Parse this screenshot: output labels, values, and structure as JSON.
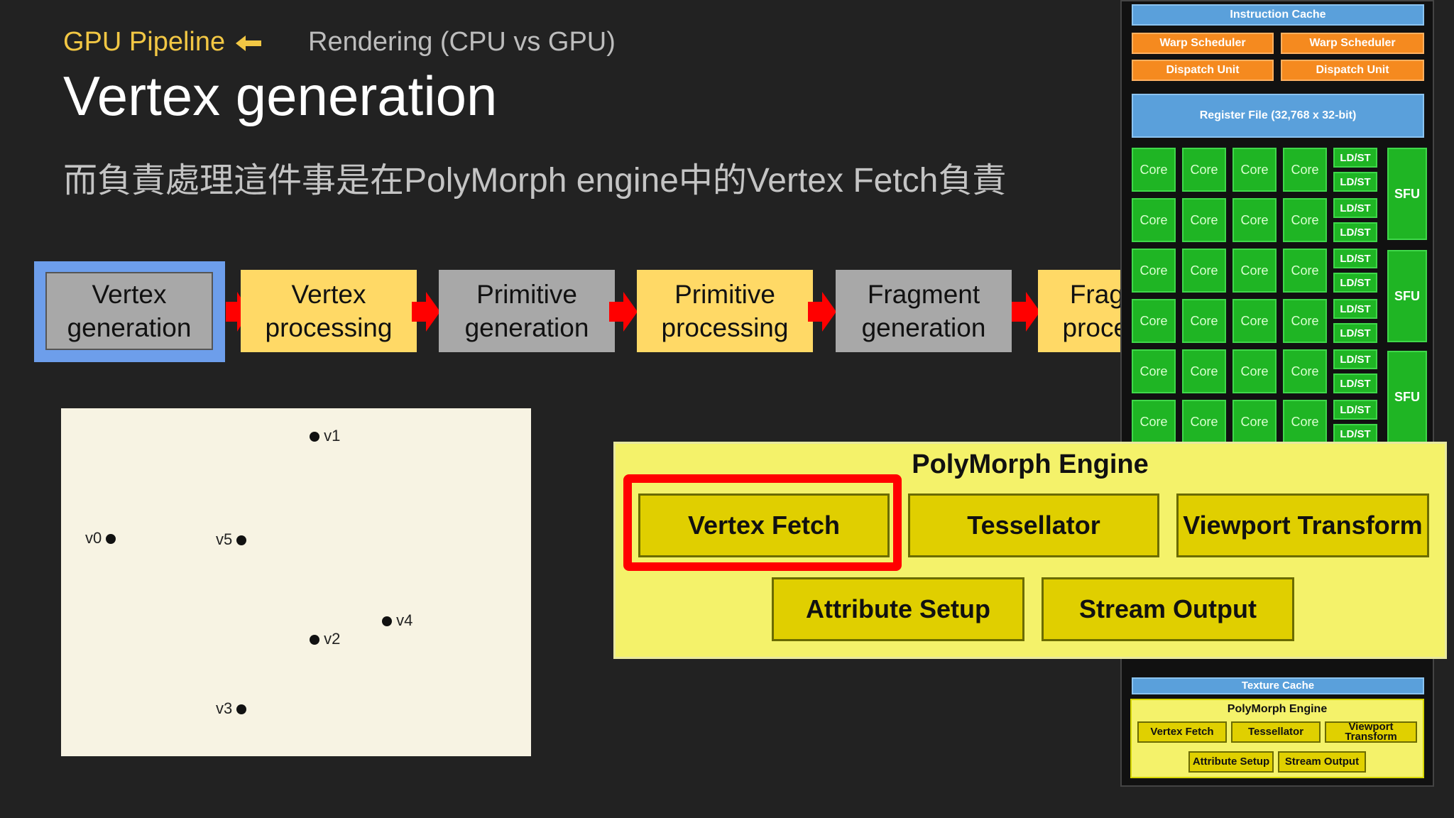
{
  "breadcrumb": {
    "section": "GPU Pipeline",
    "back_icon": "arrow-left-icon",
    "topic": "Rendering (CPU vs GPU)"
  },
  "title": "Vertex generation",
  "subtitle": "而負責處理這件事是在PolyMorph engine中的Vertex Fetch負責",
  "pipeline": {
    "stages": [
      {
        "line1": "Vertex",
        "line2": "generation",
        "selected": true
      },
      {
        "line1": "Vertex",
        "line2": "processing"
      },
      {
        "line1": "Primitive",
        "line2": "generation"
      },
      {
        "line1": "Primitive",
        "line2": "processing"
      },
      {
        "line1": "Fragment",
        "line2": "generation"
      },
      {
        "line1": "Fragment",
        "line2": "processing"
      }
    ],
    "colors": {
      "gray": "#a8a8a8",
      "yellow": "#ffd966",
      "selected_border": "#6d9eeb",
      "arrow": "#ff0000"
    }
  },
  "vertices": [
    {
      "label": "v1"
    },
    {
      "label": "v0"
    },
    {
      "label": "v5"
    },
    {
      "label": "v4"
    },
    {
      "label": "v2"
    },
    {
      "label": "v3"
    }
  ],
  "sm": {
    "instruction_cache": "Instruction Cache",
    "warp_scheduler": "Warp Scheduler",
    "dispatch_unit": "Dispatch Unit",
    "register_file": "Register File (32,768 x 32-bit)",
    "core": "Core",
    "ldst": "LD/ST",
    "sfu": "SFU",
    "texture_cache": "Texture Cache",
    "polymorph": {
      "title": "PolyMorph Engine",
      "vertex_fetch": "Vertex Fetch",
      "tessellator": "Tessellator",
      "viewport_transform": "Viewport Transform",
      "attribute_setup": "Attribute Setup",
      "stream_output": "Stream Output"
    }
  },
  "polymorph_zoom": {
    "title": "PolyMorph Engine",
    "vertex_fetch": "Vertex Fetch",
    "tessellator": "Tessellator",
    "viewport_transform": "Viewport Transform",
    "attribute_setup": "Attribute Setup",
    "stream_output": "Stream Output",
    "highlight_color": "#ff0000"
  }
}
